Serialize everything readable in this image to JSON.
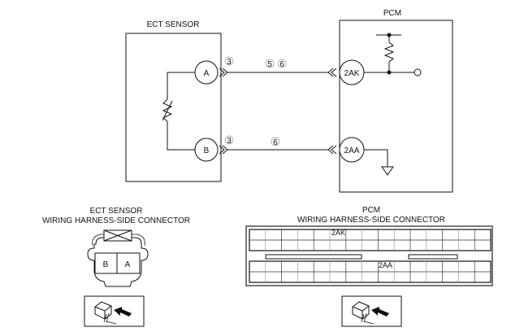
{
  "schematic": {
    "sensor": {
      "title": "ECT SENSOR",
      "terminals": [
        {
          "id": "A",
          "label": "A",
          "connector_note": "3"
        },
        {
          "id": "B",
          "label": "B",
          "connector_note": "3"
        }
      ]
    },
    "pcm": {
      "title": "PCM",
      "terminals": [
        {
          "id": "2AK",
          "label": "2AK"
        },
        {
          "id": "2AA",
          "label": "2AA"
        }
      ]
    },
    "wires": [
      {
        "from": "A",
        "to": "2AK",
        "notes": [
          "5",
          "6"
        ]
      },
      {
        "from": "B",
        "to": "2AA",
        "notes": [
          "6"
        ]
      }
    ]
  },
  "sensor_connector": {
    "title_line1": "ECT SENSOR",
    "title_line2": "WIRING HARNESS-SIDE CONNECTOR",
    "pins": [
      "B",
      "A"
    ],
    "view_icon": "connector-harness-view-icon"
  },
  "pcm_connector": {
    "title_line1": "PCM",
    "title_line2": "WIRING HARNESS-SIDE CONNECTOR",
    "upper_label": "2AK",
    "lower_label": "2AA",
    "view_icon": "connector-harness-view-icon"
  }
}
